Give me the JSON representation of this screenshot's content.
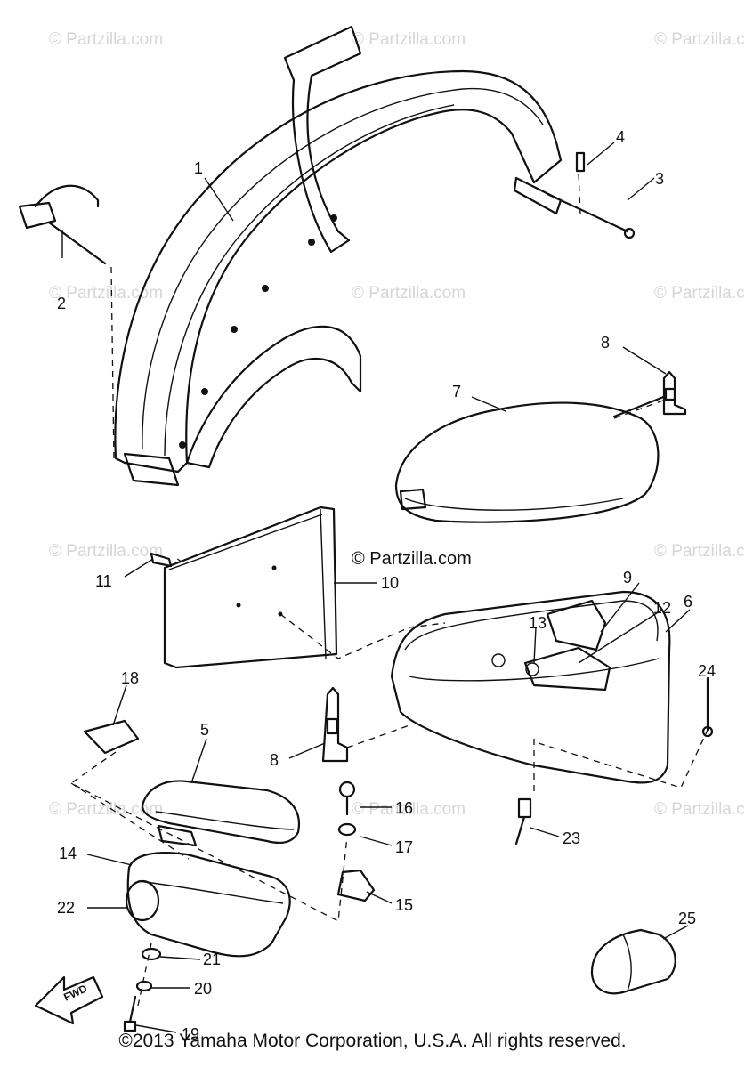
{
  "watermark": {
    "text": "© Partzilla.com",
    "main_text": "© Partzilla.com",
    "color": "#d6d6d6"
  },
  "fwd_label": "FWD",
  "copyright": "©2013 Yamaha Motor Corporation, U.S.A. All rights reserved.",
  "callouts": {
    "c1": "1",
    "c2": "2",
    "c3": "3",
    "c4": "4",
    "c5": "5",
    "c6": "6",
    "c7": "7",
    "c8a": "8",
    "c8b": "8",
    "c9": "9",
    "c10": "10",
    "c11": "11",
    "c12": "12",
    "c13": "13",
    "c14": "14",
    "c15": "15",
    "c16": "16",
    "c17": "17",
    "c18": "18",
    "c19": "19",
    "c20": "20",
    "c21": "21",
    "c22": "22",
    "c23": "23",
    "c24": "24",
    "c25": "25"
  }
}
